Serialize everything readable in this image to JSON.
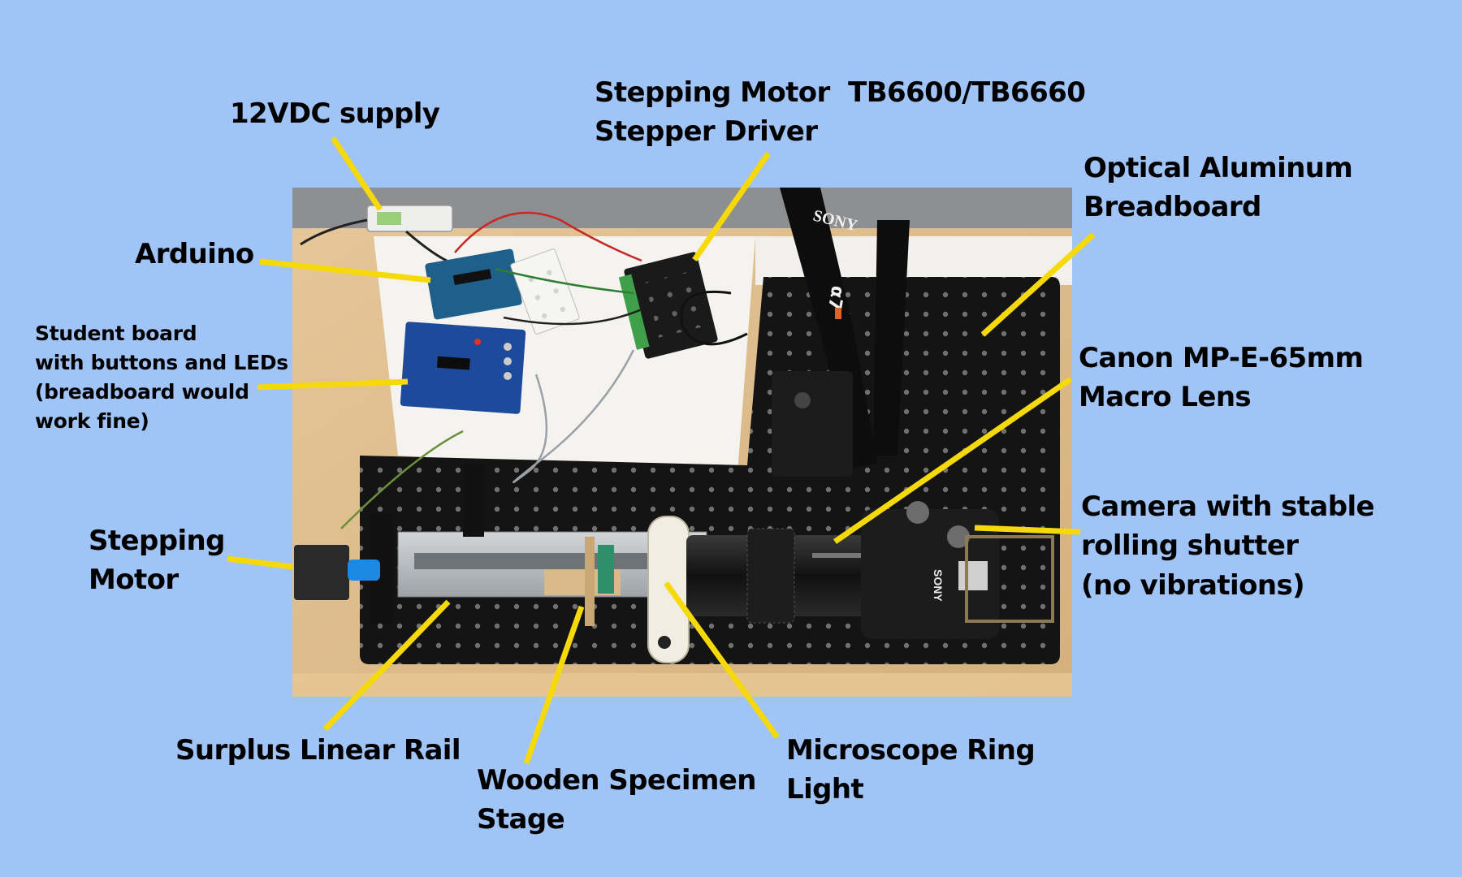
{
  "labels": {
    "supply": "12VDC supply",
    "driver": "Stepping Motor  TB6600/TB6660\nStepper Driver",
    "breadboard": "Optical Aluminum\nBreadboard",
    "arduino": "Arduino",
    "student_board": "Student board\nwith buttons and LEDs\n(breadboard would\nwork fine)",
    "lens": "Canon MP-E-65mm\nMacro Lens",
    "camera": "Camera with stable\nrolling shutter\n(no vibrations)",
    "motor": "Stepping\nMotor",
    "rail": "Surplus Linear Rail",
    "stage": "Wooden Specimen\nStage",
    "ring_light": "Microscope Ring\nLight"
  },
  "photo_text": {
    "strap": "SONY",
    "strap_model": "α7",
    "camera_brand": "SONY"
  },
  "colors": {
    "background": "#a0c4f6",
    "leader_line": "#f5d90a"
  }
}
